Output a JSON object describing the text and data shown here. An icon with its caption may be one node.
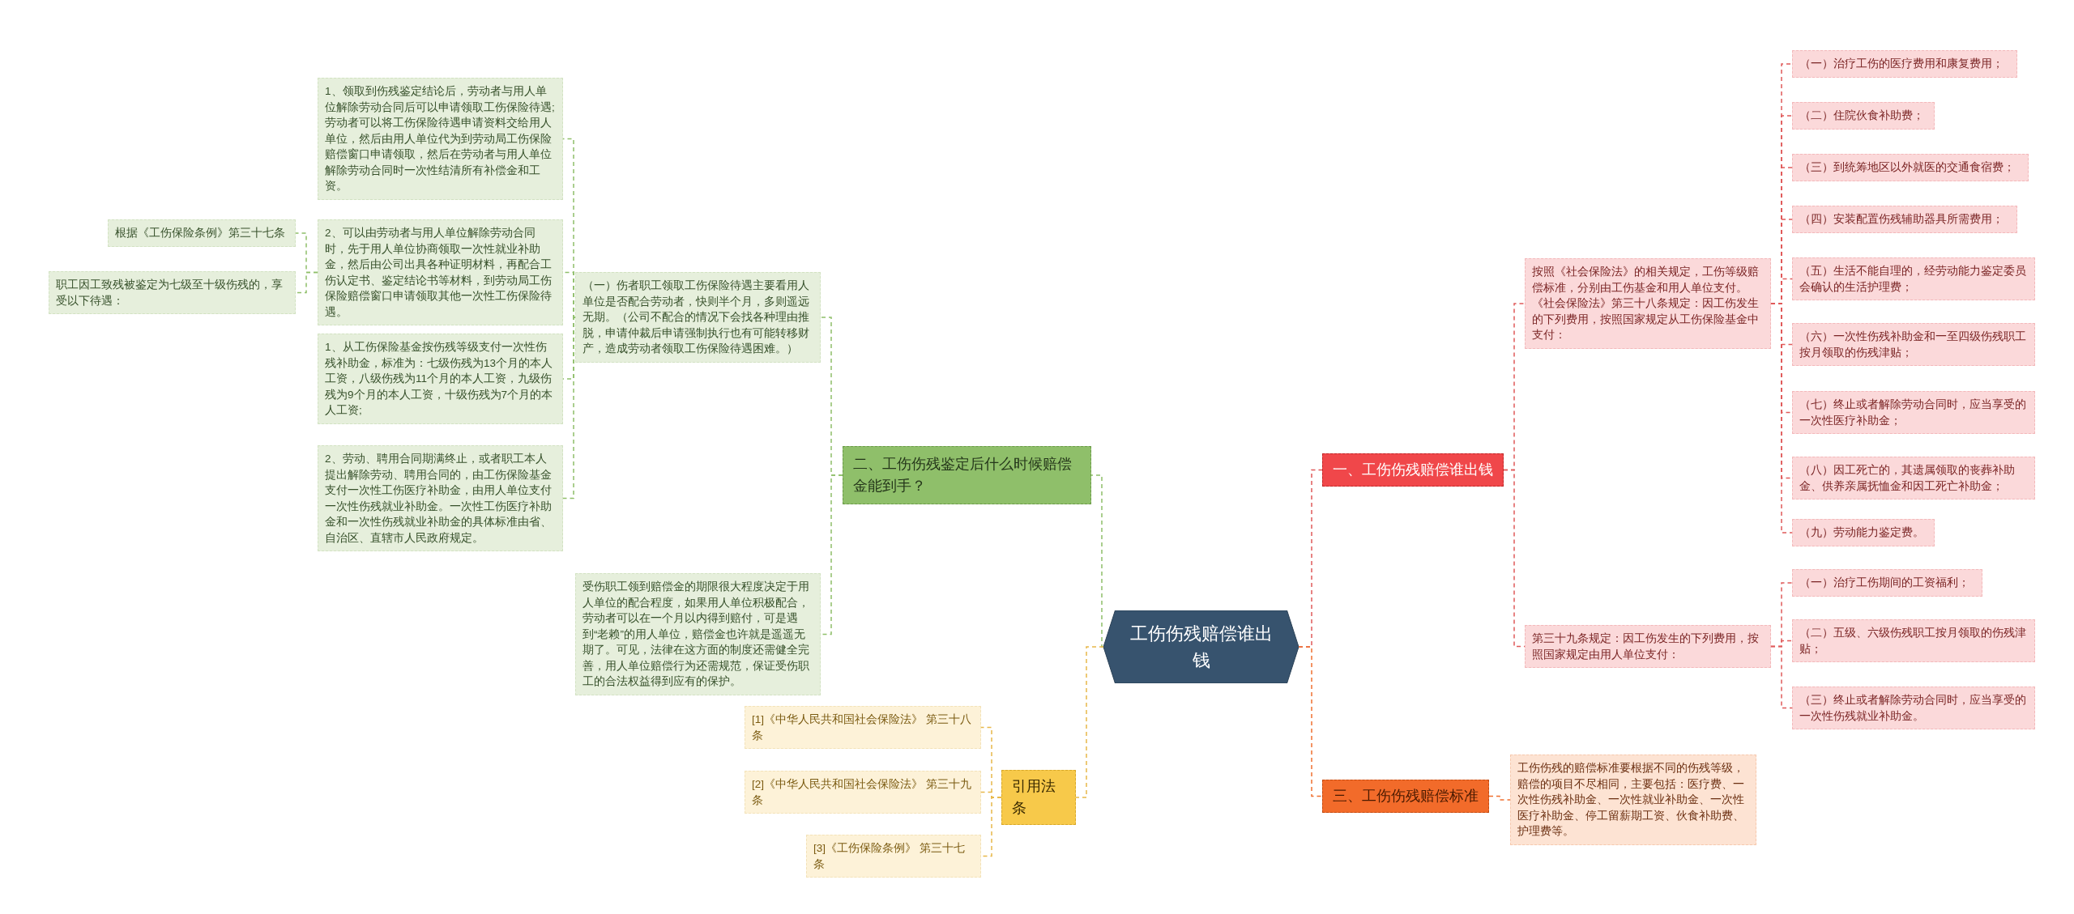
{
  "diagram": {
    "nodes": [
      {
        "text": [
          "工伤伤残赔偿谁出钱"
        ]
      },
      {
        "text": [
          "一、工伤伤残赔偿谁出钱"
        ]
      },
      {
        "text": [
          "按照《社会保险法》的相关规定，工伤等级赔偿标准，分别由工伤基金和用人单位支付。《社会保险法》第三十八条规定：因工伤发生的下列费用，按照国家规定从工伤保险基金中支付："
        ]
      },
      {
        "text": [
          "（一）治疗工伤的医疗费用和康复费用；"
        ]
      },
      {
        "text": [
          "（二）住院伙食补助费；"
        ]
      },
      {
        "text": [
          "（三）到统筹地区以外就医的交通食宿费；"
        ]
      },
      {
        "text": [
          "（四）安装配置伤残辅助器具所需费用；"
        ]
      },
      {
        "text": [
          "（五）生活不能自理的，经劳动能力鉴定委员会确认的生活护理费；"
        ]
      },
      {
        "text": [
          "（六）一次性伤残补助金和一至四级伤残职工按月领取的伤残津贴；"
        ]
      },
      {
        "text": [
          "（七）终止或者解除劳动合同时，应当享受的一次性医疗补助金；"
        ]
      },
      {
        "text": [
          "（八）因工死亡的，其遗属领取的丧葬补助金、供养亲属抚恤金和因工死亡补助金；"
        ]
      },
      {
        "text": [
          "（九）劳动能力鉴定费。"
        ]
      },
      {
        "text": [
          "第三十九条规定：因工伤发生的下列费用，按照国家规定由用人单位支付："
        ]
      },
      {
        "text": [
          "（一）治疗工伤期间的工资福利；"
        ]
      },
      {
        "text": [
          "（二）五级、六级伤残职工按月领取的伤残津贴；"
        ]
      },
      {
        "text": [
          "（三）终止或者解除劳动合同时，应当享受的一次性伤残就业补助金。"
        ]
      },
      {
        "text": [
          "三、工伤伤残赔偿标准"
        ]
      },
      {
        "text": [
          "工伤伤残的赔偿标准要根据不同的伤残等级，赔偿的项目不尽相同，主要包括：医疗费、一次性伤残补助金、一次性就业补助金、一次性医疗补助金、停工留薪期工资、伙食补助费、护理费等。"
        ]
      },
      {
        "text": [
          "二、工伤伤残鉴定后什么时候赔偿金能到手？"
        ]
      },
      {
        "text": [
          "（一）伤者职工领取工伤保险待遇主要看用人单位是否配合劳动者，快则半个月，多则遥远无期。（公司不配合的情况下会找各种理由推脱，申请仲裁后申请强制执行也有可能转移财产，造成劳动者领取工伤保险待遇困难。）"
        ]
      },
      {
        "text": [
          "1、领取到伤残鉴定结论后，劳动者与用人单位解除劳动合同后可以申请领取工伤保险待遇;劳动者可以将工伤保险待遇申请资料交给用人单位，然后由用人单位代为到劳动局工伤保险赔偿窗口申请领取，然后在劳动者与用人单位解除劳动合同时一次性结清所有补偿金和工资。"
        ]
      },
      {
        "text": [
          "2、可以由劳动者与用人单位解除劳动合同时，先于用人单位协商领取一次性就业补助金，然后由公司出具各种证明材料，再配合工伤认定书、鉴定结论书等材料，到劳动局工伤保险赔偿窗口申请领取其他一次性工伤保险待遇。"
        ]
      },
      {
        "text": [
          "根据《工伤保险条例》第三十七条"
        ]
      },
      {
        "text": [
          "职工因工致残被鉴定为七级至十级伤残的，享受以下待遇："
        ]
      },
      {
        "text": [
          "1、从工伤保险基金按伤残等级支付一次性伤残补助金，标准为：七级伤残为13个月的本人工资，八级伤残为11个月的本人工资，九级伤残为9个月的本人工资，十级伤残为7个月的本人工资;"
        ]
      },
      {
        "text": [
          "2、劳动、聘用合同期满终止，或者职工本人提出解除劳动、聘用合同的，由工伤保险基金支付一次性工伤医疗补助金，由用人单位支付一次性伤残就业补助金。一次性工伤医疗补助金和一次性伤残就业补助金的具体标准由省、自治区、直辖市人民政府规定。"
        ]
      },
      {
        "text": [
          "受伤职工领到赔偿金的期限很大程度决定于用人单位的配合程度，如果用人单位积极配合，劳动者可以在一个月以内得到赔付，可是遇到“老赖”的用人单位，赔偿金也许就是遥遥无期了。可见，法律在这方面的制度还需健全完善，用人单位赔偿行为还需规范，保证受伤职工的合法权益得到应有的保护。"
        ]
      },
      {
        "text": [
          "引用法条"
        ]
      },
      {
        "text": [
          "[1]《中华人民共和国社会保险法》 第三十八条"
        ]
      },
      {
        "text": [
          "[2]《中华人民共和国社会保险法》 第三十九条"
        ]
      },
      {
        "text": [
          "[3]《工伤保险条例》 第三十七条"
        ]
      }
    ],
    "edges": [
      {
        "from": 0,
        "to": 1,
        "arrow": "none",
        "style": "dashed",
        "color": "#e05a5a"
      },
      {
        "from": 1,
        "to": 2,
        "arrow": "none",
        "style": "dashed",
        "color": "#e05a5a"
      },
      {
        "from": 1,
        "to": 12,
        "arrow": "none",
        "style": "dashed",
        "color": "#e05a5a"
      },
      {
        "from": 2,
        "to": 3,
        "arrow": "none",
        "style": "dashed",
        "color": "#e05a5a"
      },
      {
        "from": 2,
        "to": 4,
        "arrow": "none",
        "style": "dashed",
        "color": "#e05a5a"
      },
      {
        "from": 2,
        "to": 5,
        "arrow": "none",
        "style": "dashed",
        "color": "#e05a5a"
      },
      {
        "from": 2,
        "to": 6,
        "arrow": "none",
        "style": "dashed",
        "color": "#e05a5a"
      },
      {
        "from": 2,
        "to": 7,
        "arrow": "none",
        "style": "dashed",
        "color": "#e05a5a"
      },
      {
        "from": 2,
        "to": 8,
        "arrow": "none",
        "style": "dashed",
        "color": "#e05a5a"
      },
      {
        "from": 2,
        "to": 9,
        "arrow": "none",
        "style": "dashed",
        "color": "#e05a5a"
      },
      {
        "from": 2,
        "to": 10,
        "arrow": "none",
        "style": "dashed",
        "color": "#e05a5a"
      },
      {
        "from": 2,
        "to": 11,
        "arrow": "none",
        "style": "dashed",
        "color": "#e05a5a"
      },
      {
        "from": 12,
        "to": 13,
        "arrow": "none",
        "style": "dashed",
        "color": "#e05a5a"
      },
      {
        "from": 12,
        "to": 14,
        "arrow": "none",
        "style": "dashed",
        "color": "#e05a5a"
      },
      {
        "from": 12,
        "to": 15,
        "arrow": "none",
        "style": "dashed",
        "color": "#e05a5a"
      },
      {
        "from": 0,
        "to": 16,
        "arrow": "none",
        "style": "dashed",
        "color": "#f07030"
      },
      {
        "from": 16,
        "to": 17,
        "arrow": "none",
        "style": "dashed",
        "color": "#f07030"
      },
      {
        "from": 0,
        "to": 18,
        "arrow": "none",
        "style": "dashed",
        "color": "#8fbf6a"
      },
      {
        "from": 18,
        "to": 19,
        "arrow": "none",
        "style": "dashed",
        "color": "#8fbf6a"
      },
      {
        "from": 18,
        "to": 26,
        "arrow": "none",
        "style": "dashed",
        "color": "#8fbf6a"
      },
      {
        "from": 19,
        "to": 20,
        "arrow": "none",
        "style": "dashed",
        "color": "#8fbf6a"
      },
      {
        "from": 19,
        "to": 21,
        "arrow": "none",
        "style": "dashed",
        "color": "#8fbf6a"
      },
      {
        "from": 19,
        "to": 24,
        "arrow": "none",
        "style": "dashed",
        "color": "#8fbf6a"
      },
      {
        "from": 19,
        "to": 25,
        "arrow": "none",
        "style": "dashed",
        "color": "#8fbf6a"
      },
      {
        "from": 21,
        "to": 22,
        "arrow": "none",
        "style": "dashed",
        "color": "#8fbf6a"
      },
      {
        "from": 21,
        "to": 23,
        "arrow": "none",
        "style": "dashed",
        "color": "#8fbf6a"
      },
      {
        "from": 0,
        "to": 27,
        "arrow": "none",
        "style": "dashed",
        "color": "#e8b84a"
      },
      {
        "from": 27,
        "to": 28,
        "arrow": "none",
        "style": "dashed",
        "color": "#e8b84a"
      },
      {
        "from": 27,
        "to": 29,
        "arrow": "none",
        "style": "dashed",
        "color": "#e8b84a"
      },
      {
        "from": 27,
        "to": 30,
        "arrow": "none",
        "style": "dashed",
        "color": "#e8b84a"
      }
    ]
  }
}
